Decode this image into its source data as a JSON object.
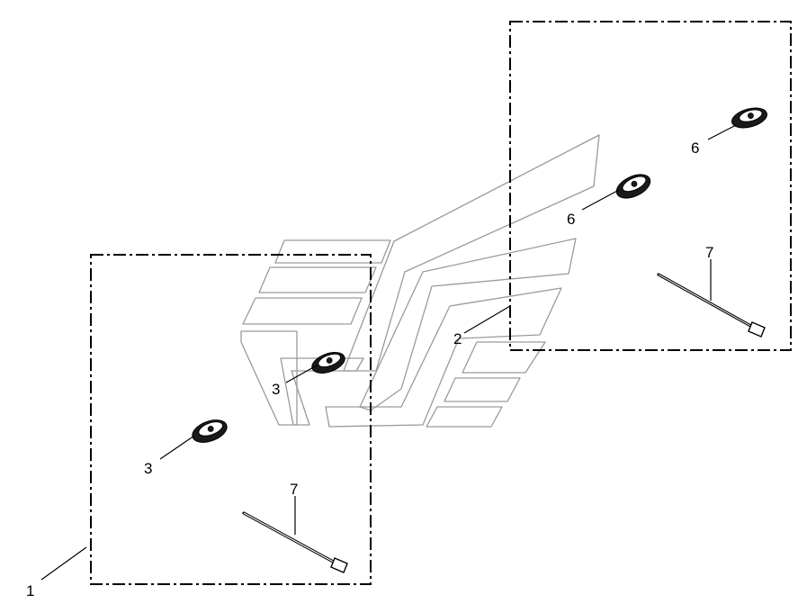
{
  "diagram": {
    "callouts": {
      "kit_left": "1",
      "decal": "2",
      "clip_left_upper": "3",
      "clip_left_lower": "3",
      "clip_right_upper": "6",
      "clip_right_lower": "6",
      "tie_left": "7",
      "tie_right": "7"
    },
    "colors": {
      "line": "#000000",
      "decal_outline": "#9a9a9a",
      "background": "#ffffff"
    }
  }
}
